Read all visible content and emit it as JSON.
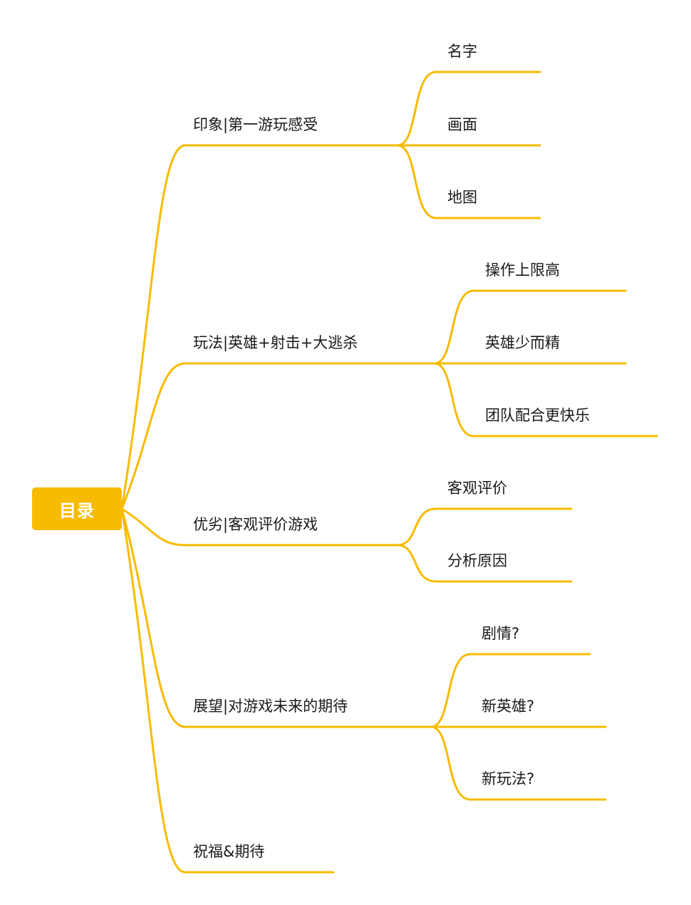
{
  "root": {
    "label": "目录",
    "color": "#f7bb00"
  },
  "line_color": "#f7bb00",
  "branches": [
    {
      "label": "印象|第一游玩感受",
      "children": [
        {
          "label": "名字"
        },
        {
          "label": "画面"
        },
        {
          "label": "地图"
        }
      ]
    },
    {
      "label": "玩法|英雄+射击+大逃杀",
      "children": [
        {
          "label": "操作上限高"
        },
        {
          "label": "英雄少而精"
        },
        {
          "label": "团队配合更快乐"
        }
      ]
    },
    {
      "label": "优劣|客观评价游戏",
      "children": [
        {
          "label": "客观评价"
        },
        {
          "label": "分析原因"
        }
      ]
    },
    {
      "label": "展望|对游戏未来的期待",
      "children": [
        {
          "label": "剧情?"
        },
        {
          "label": "新英雄?"
        },
        {
          "label": "新玩法?"
        }
      ]
    },
    {
      "label": "祝福&期待",
      "children": []
    }
  ]
}
